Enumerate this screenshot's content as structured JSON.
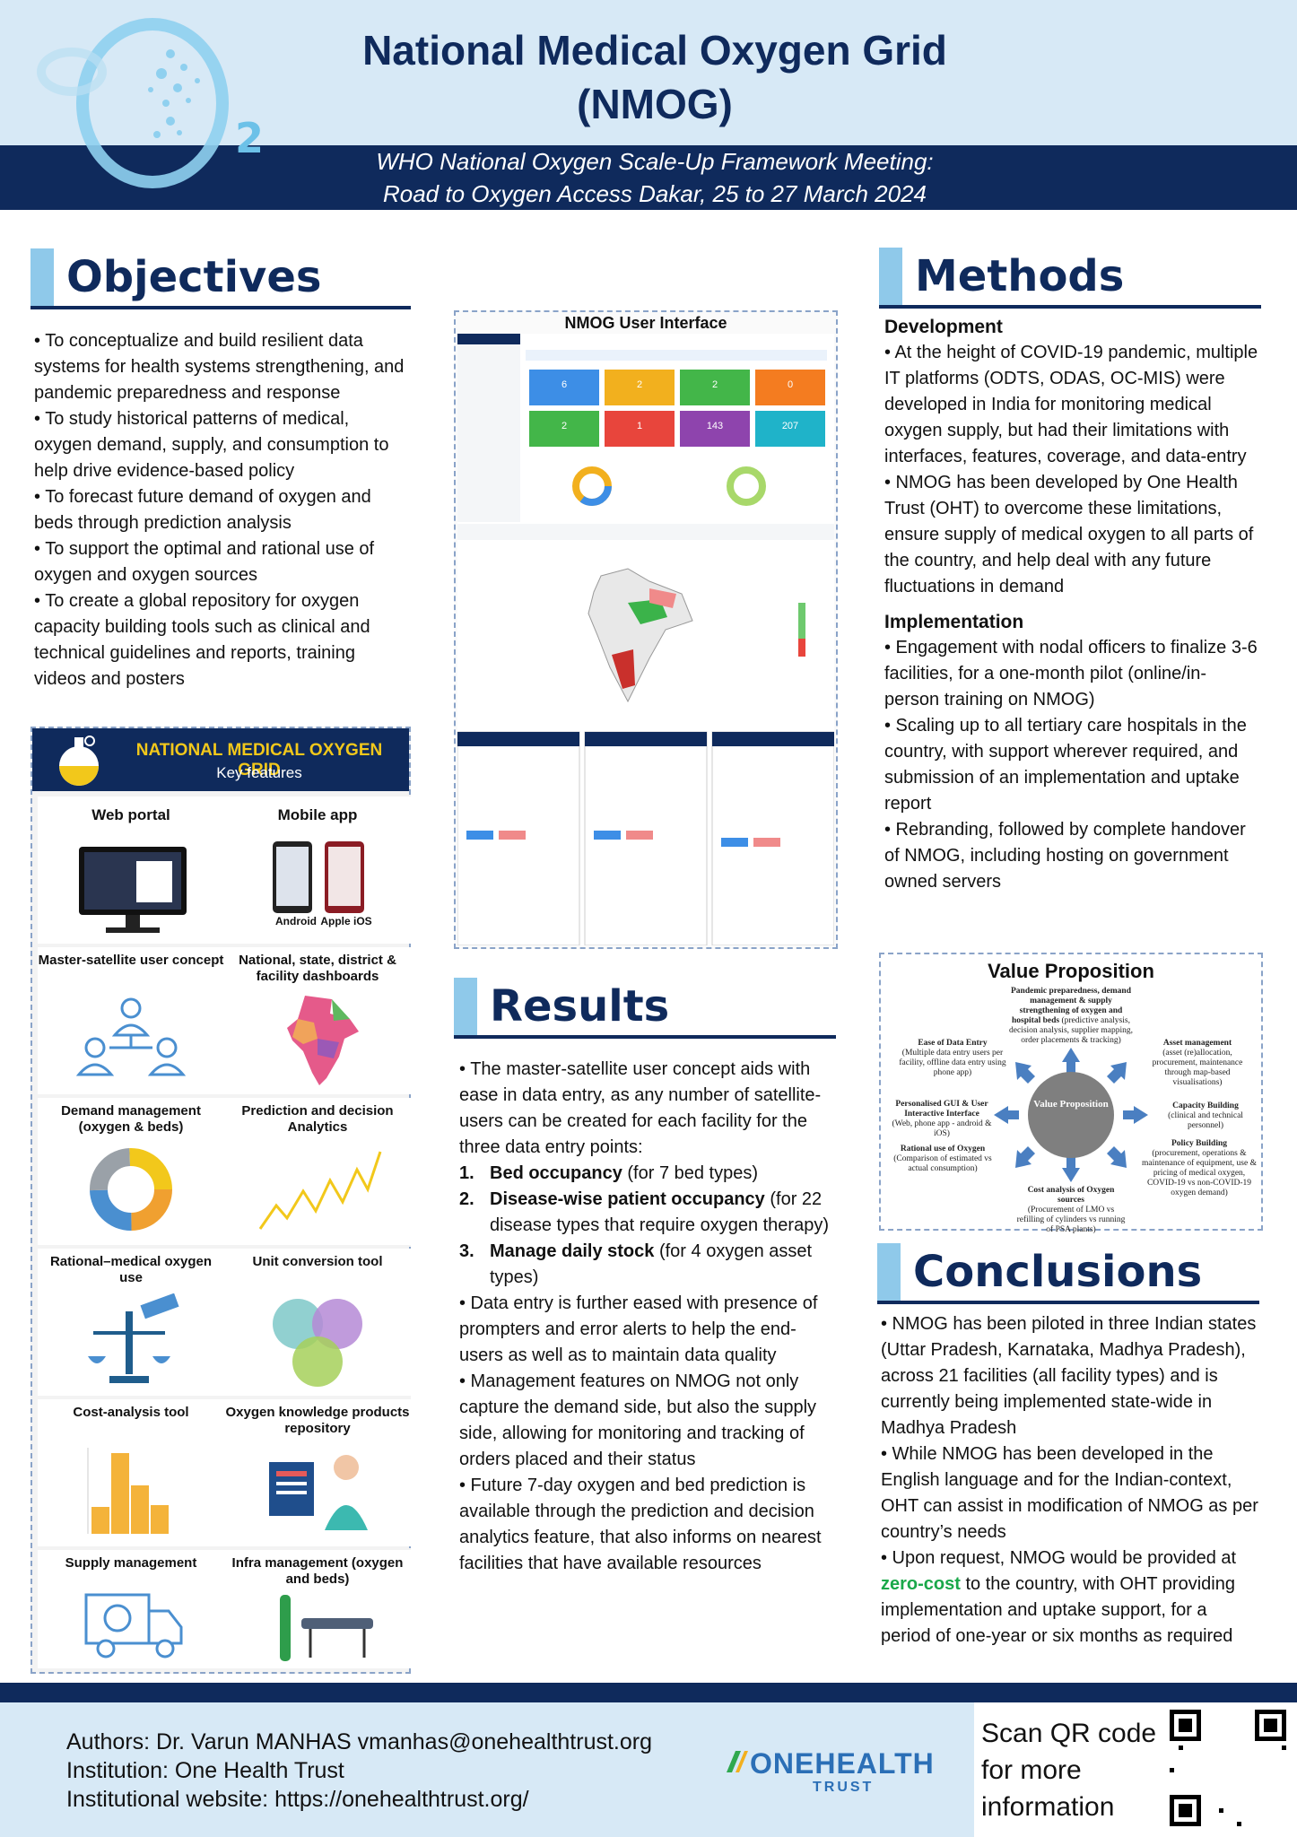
{
  "header": {
    "title_line1": "National Medical Oxygen Grid",
    "title_line2": "(NMOG)",
    "subtitle_line1": "WHO National Oxygen Scale-Up Framework Meeting:",
    "subtitle_line2": "Road to Oxygen Access Dakar, 25 to 27 March 2024"
  },
  "objectives": {
    "heading": "Objectives",
    "items": [
      "• To conceptualize and build resilient data systems for health systems strengthening, and pandemic preparedness and response",
      "• To study historical patterns of medical, oxygen demand, supply, and consumption to help drive evidence-based policy",
      "• To forecast future demand of oxygen and beds through prediction analysis",
      "• To support the optimal and rational use of oxygen and oxygen sources",
      "• To create a global repository for oxygen capacity building tools such as clinical and technical guidelines and reports, training videos and posters"
    ]
  },
  "key_features": {
    "title": "NATIONAL MEDICAL OXYGEN GRID",
    "subtitle": "Key features",
    "cells": [
      "Web portal",
      "Mobile app",
      "Master-satellite user concept",
      "National, state, district & facility dashboards",
      "Demand management (oxygen & beds)",
      "Prediction and decision Analytics",
      "Rational–medical oxygen use",
      "Unit conversion tool",
      "Cost-analysis tool",
      "Oxygen knowledge products repository",
      "Supply management",
      "Infra management (oxygen and beds)"
    ],
    "android": "Android",
    "ios": "Apple iOS"
  },
  "ui_mockup": {
    "title": "NMOG User Interface",
    "tiles": [
      "6",
      "2",
      "2",
      "0",
      "2",
      "1",
      "143",
      "207"
    ],
    "tile_colors": [
      "#3d8ee6",
      "#f2b01e",
      "#43b649",
      "#f47c20",
      "#43b649",
      "#e8453c",
      "#8e44ad",
      "#1fb3c9"
    ]
  },
  "results": {
    "heading": "Results",
    "intro": "• The master-satellite user concept aids with ease in data entry, as any number of satellite-users can be created for each facility for the three data entry points:",
    "list": [
      {
        "num": "1.",
        "bold": "Bed occupancy",
        "rest": " (for 7 bed types)"
      },
      {
        "num": "2.",
        "bold": "Disease-wise patient occupancy",
        "rest": " (for 22 disease types that require oxygen therapy)"
      },
      {
        "num": "3.",
        "bold": "Manage daily stock",
        "rest": " (for 4 oxygen asset types)"
      }
    ],
    "bullets": [
      "• Data entry is further eased with presence of prompters and error alerts to help the end-users as well as to maintain data quality",
      "• Management features on NMOG not only capture the demand side, but also the supply side, allowing for monitoring and tracking of orders placed and their status",
      "• Future 7-day oxygen and bed prediction is available through the prediction and decision analytics feature, that also informs on nearest facilities that have available resources"
    ]
  },
  "methods": {
    "heading": "Methods",
    "dev_heading": "Development",
    "dev_items": [
      "• At the height of COVID-19 pandemic, multiple IT platforms (ODTS, ODAS, OC-MIS) were developed in India for monitoring medical oxygen supply, but had their limitations with interfaces, features, coverage, and data-entry",
      "• NMOG has been developed by One Health Trust (OHT) to overcome these limitations, ensure supply of medical oxygen to all parts of the country, and help deal with any future fluctuations in demand"
    ],
    "impl_heading": "Implementation",
    "impl_items": [
      "• Engagement with nodal officers to finalize 3-6 facilities, for a one-month pilot (online/in-person training on NMOG)",
      "• Scaling up to all tertiary care hospitals in the country, with support wherever required, and submission of an implementation and uptake report",
      "• Rebranding, followed by complete handover of NMOG, including hosting on government owned servers"
    ]
  },
  "value_prop": {
    "title": "Value Proposition",
    "center": "Value Proposition",
    "n1_b": "Pandemic preparedness, demand management & supply strengthening of oxygen and hospital beds",
    "n1": "(predictive analysis, decision analysis, supplier mapping, order placements & tracking)",
    "n2_b": "Asset management",
    "n2": "(asset (re)allocation, procurement, maintenance through map-based visualisations)",
    "n3_b": "Capacity Building",
    "n3": "(clinical and technical personnel)",
    "n4_b": "Policy Building",
    "n4": "(procurement, operations & maintenance of equipment, use & pricing of medical oxygen, COVID-19 vs non-COVID-19 oxygen demand)",
    "n5_b": "Cost analysis of Oxygen sources",
    "n5": "(Procurement of LMO vs refilling of cylinders vs running of PSA plants)",
    "n6_b": "Rational use of Oxygen",
    "n6": "(Comparison of estimated vs actual consumption)",
    "n7_b": "Personalised GUI & User Interactive Interface",
    "n7": "(Web, phone app - android & iOS)",
    "n8_b": "Ease of Data Entry",
    "n8": "(Multiple data entry users per facility, offline data entry using phone app)"
  },
  "conclusions": {
    "heading": "Conclusions",
    "item1": "• NMOG has been piloted in three Indian states (Uttar Pradesh, Karnataka, Madhya Pradesh), across 21 facilities (all facility types) and is currently being implemented state-wide in Madhya Pradesh",
    "item2": "• While NMOG has been developed in the English language and for the Indian-context, OHT can assist in modification of NMOG as per country’s needs",
    "item3_pre": "• Upon request, NMOG would be provided at ",
    "item3_hl": "zero-cost",
    "item3_post": " to the country, with OHT providing implementation and uptake support, for a period of one-year or six months as required"
  },
  "footer": {
    "authors": "Authors: Dr. Varun MANHAS vmanhas@onehealthtrust.org",
    "institution": "Institution: One Health Trust",
    "website": "Institutional website: https://onehealthtrust.org/",
    "logo_main": "ONEHEALTH",
    "logo_sub": "TRUST",
    "qr_text": "Scan QR code for more information"
  },
  "colors": {
    "navy": "#0f2a5c",
    "light_blue": "#d7e9f6",
    "accent": "#8fc9ea",
    "highlight_green": "#1aa84a"
  }
}
